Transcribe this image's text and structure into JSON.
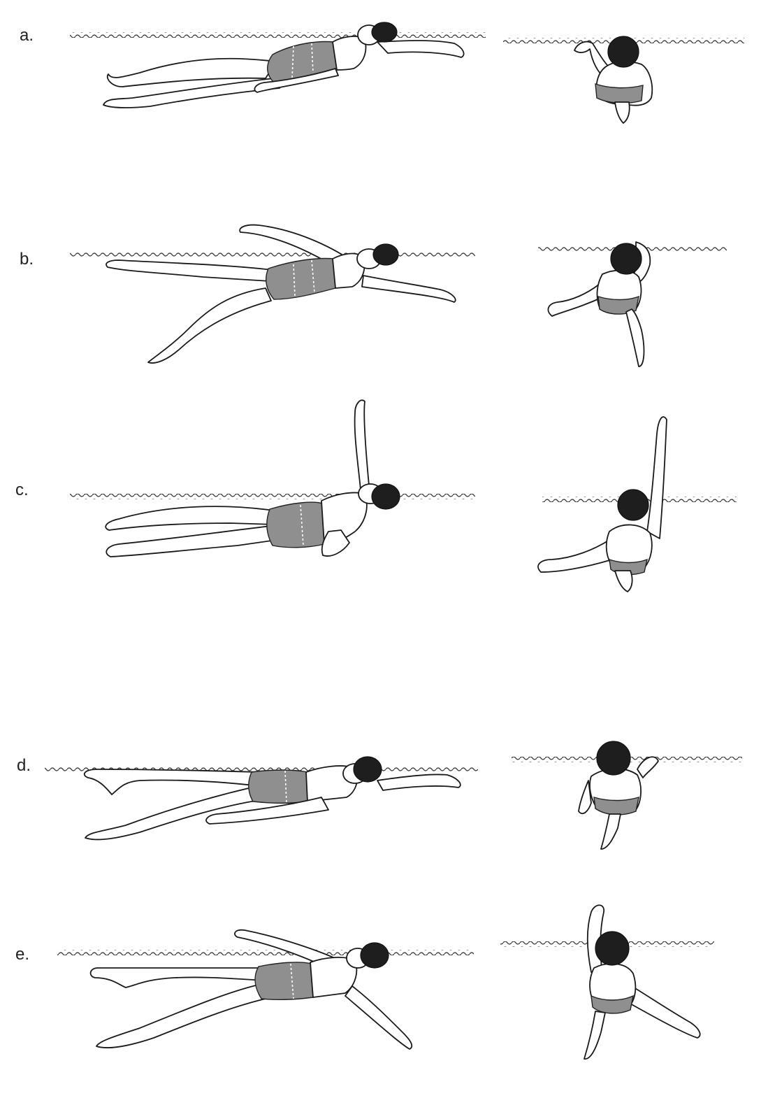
{
  "figure": {
    "rows": [
      {
        "id": "a",
        "label": "a."
      },
      {
        "id": "b",
        "label": "b."
      },
      {
        "id": "c",
        "label": "c."
      },
      {
        "id": "d",
        "label": "d."
      },
      {
        "id": "e",
        "label": "e."
      }
    ]
  },
  "colors": {
    "line": "#1a1a1a",
    "cap": "#1e1e1e",
    "swimsuit": "#8f8f8f",
    "background": "#ffffff"
  }
}
